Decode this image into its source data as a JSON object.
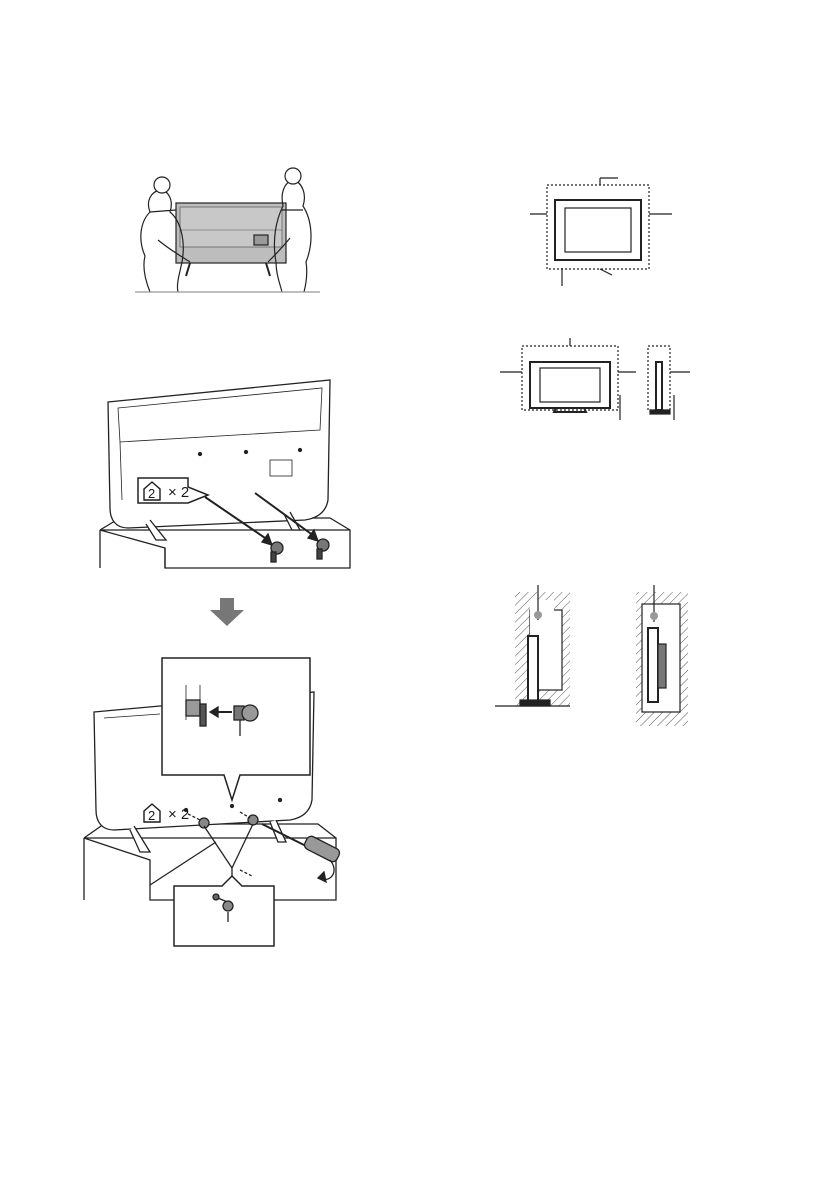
{
  "page": {
    "background": "#ffffff",
    "line_color": "#1a1a1a",
    "panel_fill": "#bdbdbd"
  },
  "screw_callouts": {
    "upper": {
      "part_number": "2",
      "quantity": "× 2"
    },
    "lower": {
      "part_number": "2",
      "quantity": "× 2"
    }
  },
  "icons": [
    "people-carrying-tv",
    "tv-back-view",
    "screw-icon",
    "down-arrow-icon",
    "screwdriver-icon",
    "tv-front-view",
    "wall-mount-diagram"
  ]
}
